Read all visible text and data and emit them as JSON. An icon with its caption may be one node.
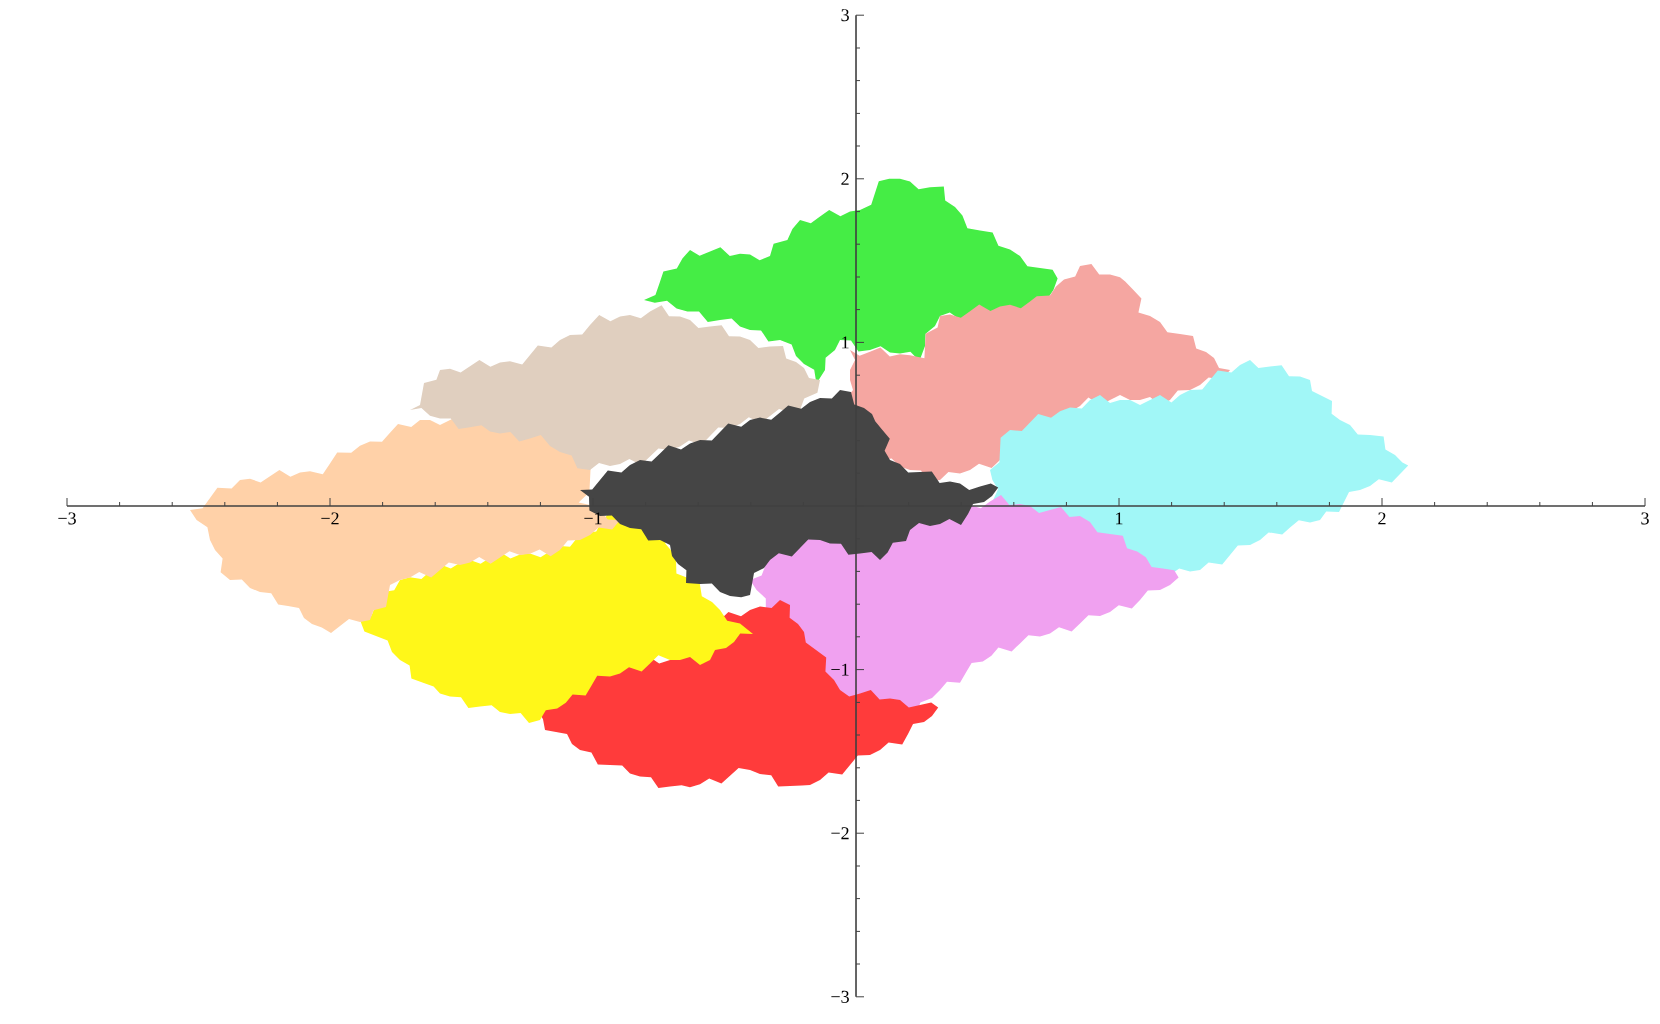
{
  "diagram": {
    "labels": [
      "3",
      "2",
      "1",
      "−3",
      "−2",
      "−1",
      "1",
      "2",
      "3",
      "−1",
      "−2",
      "−3"
    ]
  }
}
